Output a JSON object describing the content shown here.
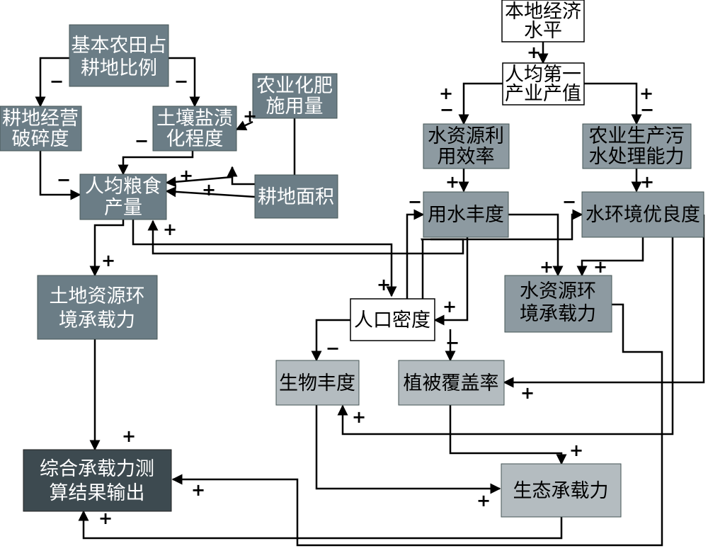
{
  "nodes": {
    "local_economy": [
      "本地经济",
      "水平"
    ],
    "primary_output": [
      "人均第一",
      "产业产值"
    ],
    "basic_farmland": [
      "基本农田占",
      "耕地比例"
    ],
    "fragmentation": [
      "耕地经营",
      "破碎度"
    ],
    "salinization": [
      "土壤盐渍",
      "化程度"
    ],
    "fertilizer": [
      "农业化肥",
      "施用量"
    ],
    "grain_output": [
      "人均粮食",
      "产量"
    ],
    "farmland_area": [
      "耕地面积"
    ],
    "water_efficiency": [
      "水资源利",
      "用效率"
    ],
    "sewage_capacity": [
      "农业生产污",
      "水处理能力"
    ],
    "water_abundance": [
      "用水丰度"
    ],
    "water_env_quality": [
      "水环境优良度"
    ],
    "land_capacity": [
      "土地资源环",
      "境承载力"
    ],
    "population_density": [
      "人口密度"
    ],
    "water_capacity": [
      "水资源环",
      "境承载力"
    ],
    "biodiversity": [
      "生物丰度"
    ],
    "vegetation": [
      "植被覆盖率"
    ],
    "comprehensive": [
      "综合承载力测",
      "算结果输出"
    ],
    "eco_capacity": [
      "生态承载力"
    ]
  },
  "signs": {
    "plus": "+",
    "minus": "−",
    "plus_minus": [
      "+",
      "−"
    ]
  }
}
